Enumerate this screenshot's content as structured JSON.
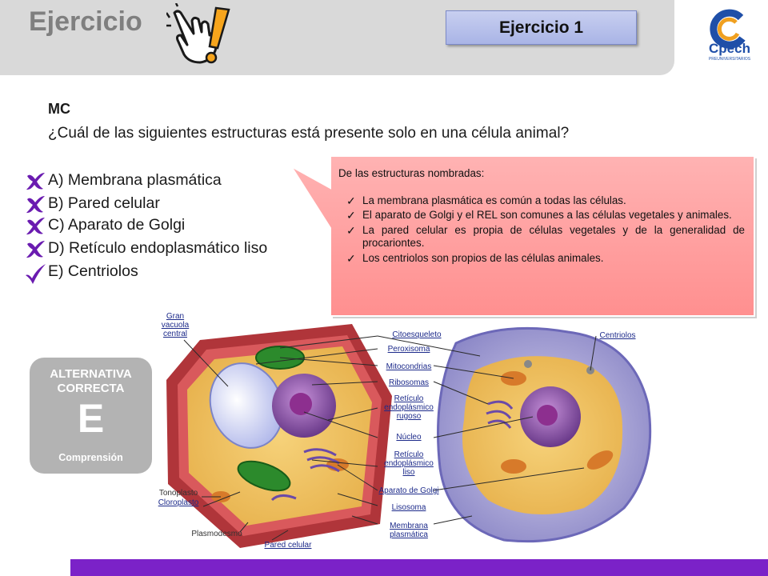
{
  "header": {
    "title": "Ejercicio",
    "exercise_label": "Ejercicio 1",
    "brand": "Cpech",
    "brand_tagline": "PREUNIVERSITARIOS"
  },
  "question": {
    "type": "MC",
    "text": "¿Cuál de las siguientes estructuras está presente solo en una célula animal?",
    "options": [
      {
        "label": "A) Membrana plasmática",
        "mark": "cross-icon"
      },
      {
        "label": "B) Pared celular",
        "mark": "cross-icon"
      },
      {
        "label": "C) Aparato de Golgi",
        "mark": "cross-icon"
      },
      {
        "label": "D) Retículo endoplasmático liso",
        "mark": "cross-icon"
      },
      {
        "label": "E) Centriolos",
        "mark": "check-icon"
      }
    ]
  },
  "explanation": {
    "intro": "De las estructuras nombradas:",
    "points": [
      "La membrana plasmática es común a todas las células.",
      "El aparato de Golgi y el REL son comunes a las células vegetales y animales.",
      "La pared celular es propia de células vegetales y de la generalidad de procariontes.",
      "Los centriolos son propios de las células animales."
    ]
  },
  "answer": {
    "label_line1": "ALTERNATIVA",
    "label_line2": "CORRECTA",
    "letter": "E",
    "skill": "Comprensión"
  },
  "diagram_labels": {
    "gran_vacuola": [
      "Gran",
      "vacuola",
      "central"
    ],
    "citoesqueleto": "Citoesqueleto",
    "peroxisoma": "Peroxisoma",
    "mitocondrias": "Mitocondrias",
    "ribosomas": "Ribosomas",
    "reticulo_rugoso": [
      "Retículo",
      "endoplásmico",
      "rugoso"
    ],
    "nucleo": "Núcleo",
    "reticulo_liso": [
      "Retículo",
      "endoplásmico",
      "liso"
    ],
    "aparato_golgi": "Aparato de Golgi",
    "lisosoma": "Lisosoma",
    "membrana": [
      "Membrana",
      "plasmática"
    ],
    "centriolos": "Centriolos",
    "tonoplasto": "Tonoplasto",
    "cloroplasto": "Cloroplasto",
    "plasmodesmo": "Plasmodesmo",
    "pared_celular": "Pared celular"
  },
  "colors": {
    "header_bg": "#d9d9d9",
    "header_title": "#7f7f7f",
    "badge_bg": "#b3b3b3",
    "callout_bg": "#ff9c9c",
    "footer": "#7b22c8",
    "mark": "#6a1bb0"
  }
}
